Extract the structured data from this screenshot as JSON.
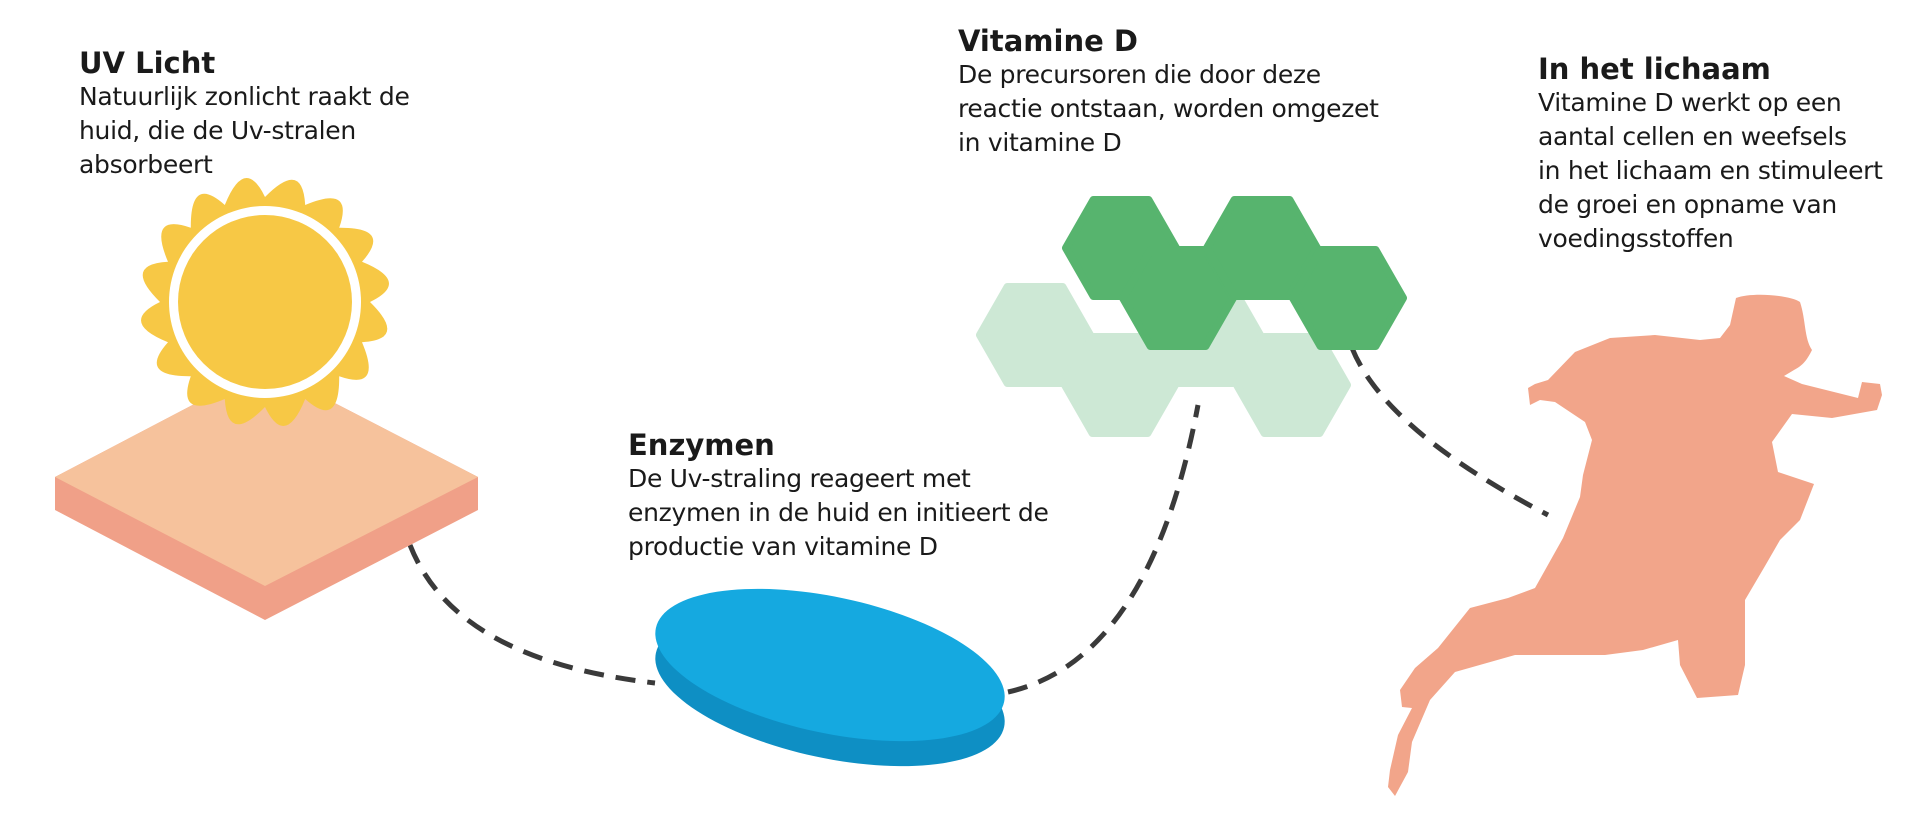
{
  "steps": {
    "uv": {
      "title": "UV Licht",
      "lines": [
        "Natuurlijk zonlicht raakt de",
        "huid, die de Uv-stralen",
        "absorbeert"
      ]
    },
    "enzymes": {
      "title": "Enzymen",
      "lines": [
        "De Uv-straling reageert met",
        "enzymen in de huid en initieert de",
        "productie van vitamine D"
      ]
    },
    "vitamin_d": {
      "title": "Vitamine D",
      "lines": [
        "De precursoren die door deze",
        "reactie ontstaan, worden omgezet",
        "in vitamine D"
      ]
    },
    "body": {
      "title": "In het lichaam",
      "lines": [
        "Vitamine D werkt op een",
        "aantal cellen en weefsels",
        "in het lichaam en stimuleert",
        "de groei en opname van",
        "voedingsstoffen"
      ]
    }
  },
  "colors": {
    "sun": "#F7C845",
    "skin_top": "#F6C29C",
    "skin_side": "#F0A088",
    "enzyme_top": "#15A9E0",
    "enzyme_side": "#0E8FC4",
    "hex_dark": "#57B46E",
    "hex_light": "#CDE8D5",
    "runner": "#F2A58A",
    "connector": "#3a3a3a"
  },
  "icons": [
    "sun-icon",
    "skin-tile-icon",
    "enzyme-disc-icon",
    "molecule-hexagons-icon",
    "runner-icon"
  ]
}
